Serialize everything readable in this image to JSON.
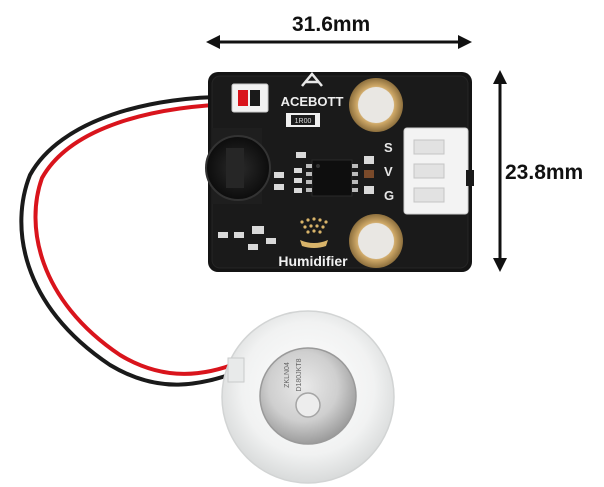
{
  "dimensions": {
    "width_label": "31.6mm",
    "height_label": "23.8mm"
  },
  "board": {
    "brand": "ACEBOTT",
    "module_name": "Humidifier",
    "pin_labels": [
      "S",
      "V",
      "G"
    ],
    "chip_marking": "1R00",
    "color": "#141414"
  },
  "transducer": {
    "marking_line_1": "ZKLN04",
    "marking_line_2": "D180JKT8"
  },
  "colors": {
    "wire_red": "#d9141c",
    "wire_black": "#1a1a1a",
    "gold_pad": "#c9a86a",
    "connector": "#f2f2f2"
  }
}
